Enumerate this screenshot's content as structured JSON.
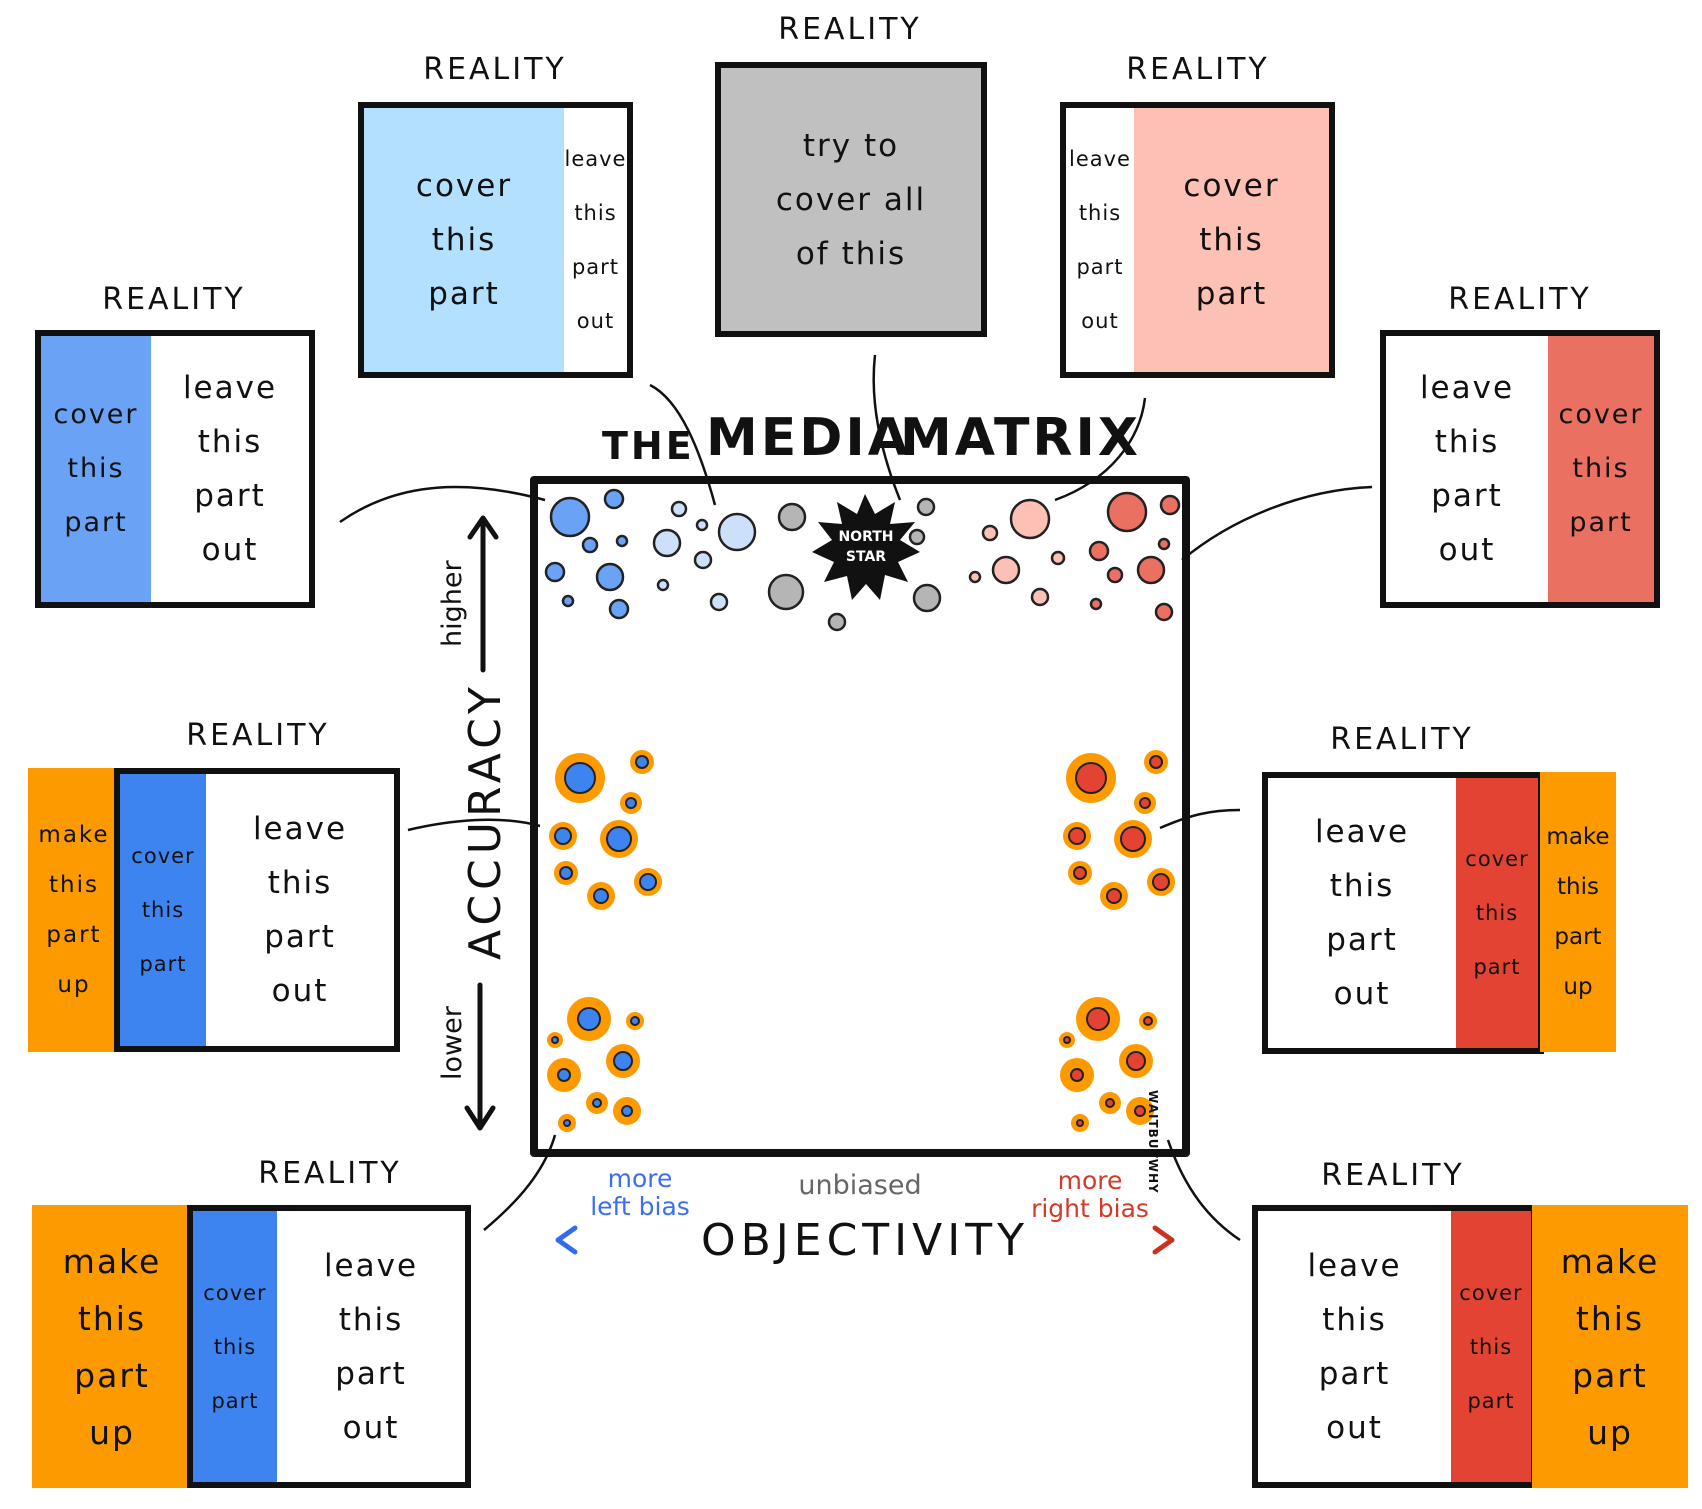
{
  "title": {
    "the": "THE",
    "media": "MEDIA",
    "matrix": "MATRIX"
  },
  "reality_label": "REALITY",
  "north_star": {
    "line1": "NORTH",
    "line2": "STAR"
  },
  "y_axis": {
    "label": "ACCURACY",
    "higher": "higher",
    "lower": "lower"
  },
  "x_axis": {
    "label": "OBJECTIVITY",
    "center": "unbiased",
    "left_line1": "more",
    "left_line2": "left bias",
    "right_line1": "more",
    "right_line2": "right bias"
  },
  "signature": "WAITBUTWHY",
  "colors": {
    "orange": "#fd9a00",
    "gray": "#c0c0c0",
    "light_blue": "#b3e0ff",
    "blue": "#6aa3f5",
    "strong_blue": "#3d84f0",
    "light_red": "#fcc0b5",
    "red": "#ea7062",
    "strong_red": "#e34333",
    "left_bias_text": "#3b6ff0",
    "right_bias_text": "#d33a2a",
    "unbiased_text": "#666666"
  },
  "panels": {
    "center": {
      "text": [
        "try to",
        "cover all",
        "of this"
      ]
    },
    "top_left": {
      "cover": [
        "cover",
        "this",
        "part"
      ],
      "leave": [
        "leave",
        "this",
        "part",
        "out"
      ]
    },
    "top_right": {
      "cover": [
        "cover",
        "this",
        "part"
      ],
      "leave": [
        "leave",
        "this",
        "part",
        "out"
      ]
    },
    "mid_left": {
      "cover": [
        "cover",
        "this",
        "part"
      ],
      "leave": [
        "leave",
        "this",
        "part",
        "out"
      ]
    },
    "mid_right": {
      "cover": [
        "cover",
        "this",
        "part"
      ],
      "leave": [
        "leave",
        "this",
        "part",
        "out"
      ]
    },
    "low_left": {
      "make": [
        "make",
        "this",
        "part",
        "up"
      ],
      "cover": [
        "cover",
        "this",
        "part"
      ],
      "leave": [
        "leave",
        "this",
        "part",
        "out"
      ]
    },
    "low_right": {
      "make": [
        "make",
        "this",
        "part",
        "up"
      ],
      "cover": [
        "cover",
        "this",
        "part"
      ],
      "leave": [
        "leave",
        "this",
        "part",
        "out"
      ]
    },
    "bottom_left": {
      "make": [
        "make",
        "this",
        "part",
        "up"
      ],
      "cover": [
        "cover",
        "this",
        "part"
      ],
      "leave": [
        "leave",
        "this",
        "part",
        "out"
      ]
    },
    "bottom_right": {
      "make": [
        "make",
        "this",
        "part",
        "up"
      ],
      "cover": [
        "cover",
        "this",
        "part"
      ],
      "leave": [
        "leave",
        "this",
        "part",
        "out"
      ]
    }
  }
}
